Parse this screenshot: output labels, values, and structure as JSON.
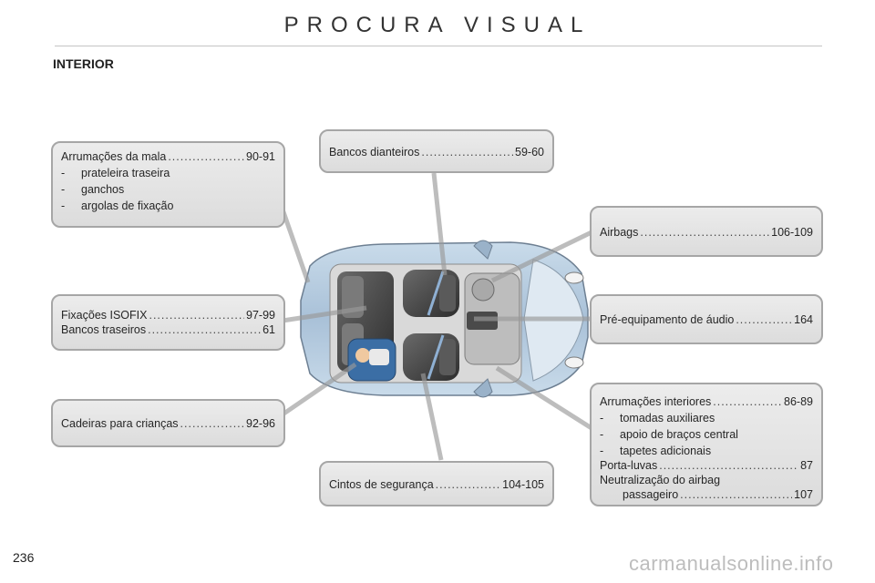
{
  "header": {
    "title": "PROCURA VISUAL",
    "section": "INTERIOR"
  },
  "callouts": {
    "mala": {
      "label": "Arrumações da mala",
      "pages": "90-91",
      "items": [
        "prateleira traseira",
        "ganchos",
        "argolas de fixação"
      ]
    },
    "bancos_dianteiros": {
      "label": "Bancos dianteiros",
      "pages": "59-60"
    },
    "airbags": {
      "label": "Airbags",
      "pages": "106-109"
    },
    "fixacoes": {
      "row1": {
        "label": "Fixações ISOFIX",
        "pages": "97-99"
      },
      "row2": {
        "label": "Bancos traseiros",
        "pages": "61"
      }
    },
    "audio": {
      "label": "Pré-equipamento de áudio",
      "pages": "164"
    },
    "cadeiras": {
      "label": "Cadeiras para crianças",
      "pages": "92-96"
    },
    "cintos": {
      "label": "Cintos de segurança",
      "pages": "104-105"
    },
    "interiores": {
      "label": "Arrumações interiores",
      "pages": "86-89",
      "items": [
        "tomadas auxiliares",
        "apoio de braços central",
        "tapetes adicionais"
      ],
      "porta": {
        "label": "Porta-luvas",
        "pages": "87"
      },
      "neutral_line1": "Neutralização do airbag",
      "neutral_line2": {
        "label": "passageiro",
        "pages": "107"
      }
    }
  },
  "footer": {
    "page_number": "236",
    "watermark": "carmanualsonline.info"
  },
  "colors": {
    "callout_bg": "#e4e4e4",
    "callout_border": "#a6a6a6",
    "car_body": "#b9cde0"
  }
}
